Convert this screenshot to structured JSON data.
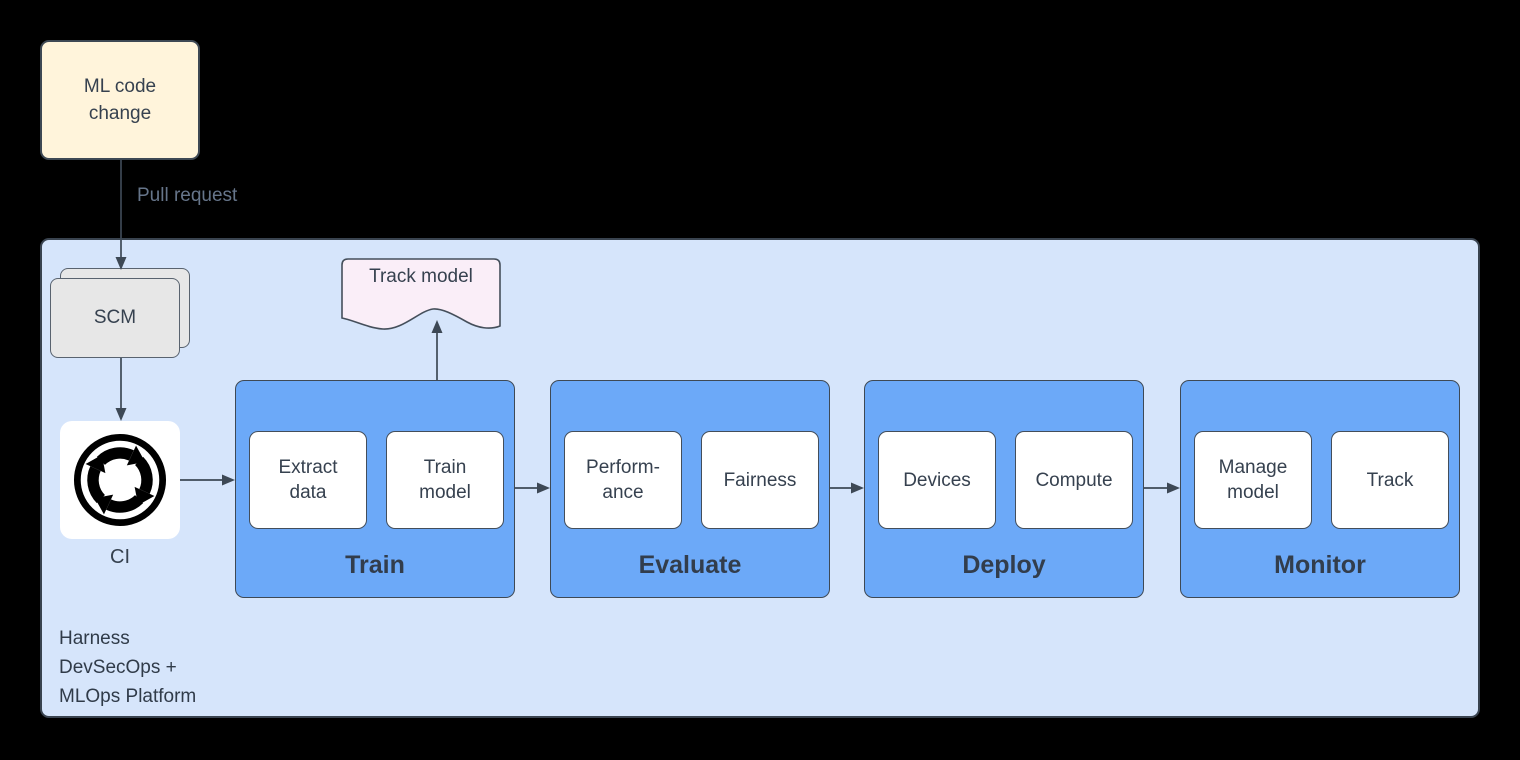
{
  "nodes": {
    "source": {
      "label": "ML code change"
    },
    "scm": {
      "label": "SCM"
    },
    "ci": {
      "label": "CI",
      "icon": "ci-cycle-icon"
    },
    "track_model": {
      "label": "Track model",
      "shape": "document"
    }
  },
  "edges": {
    "pull_request": {
      "label": "Pull request"
    }
  },
  "platform": {
    "label_lines": [
      "Harness",
      "DevSecOps +",
      "MLOps Platform"
    ]
  },
  "pipeline": {
    "stages": [
      {
        "title": "Train",
        "items": [
          "Extract data",
          "Train model"
        ]
      },
      {
        "title": "Evaluate",
        "items": [
          "Perform-ance",
          "Fairness"
        ]
      },
      {
        "title": "Deploy",
        "items": [
          "Devices",
          "Compute"
        ]
      },
      {
        "title": "Monitor",
        "items": [
          "Manage model",
          "Track"
        ]
      }
    ]
  },
  "colors": {
    "canvas_background": "#000000",
    "platform_fill": "#D6E5FB",
    "stage_fill": "#6CA9F8",
    "item_fill": "#FFFFFF",
    "scm_fill": "#E7E7E7",
    "source_fill": "#FFF4DB",
    "doc_fill": "#FAEEF8",
    "line_color": "#3D4855",
    "text_color": "#36414F"
  }
}
